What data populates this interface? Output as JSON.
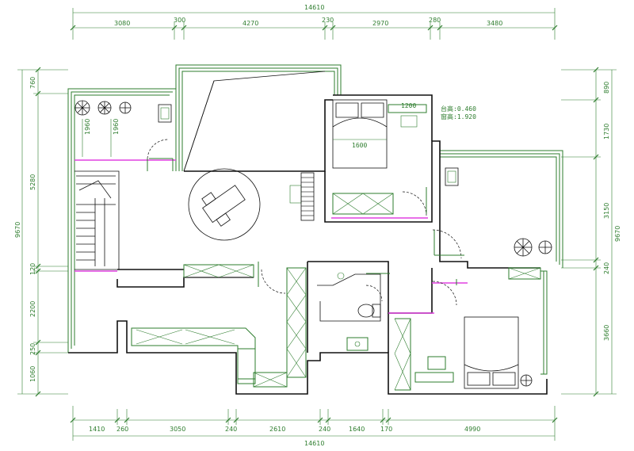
{
  "dimensions": {
    "top_total": "14610",
    "top_segments": [
      "3080",
      "300",
      "4270",
      "230",
      "2970",
      "280",
      "3480"
    ],
    "bottom_total": "14610",
    "bottom_segments": [
      "1410",
      "260",
      "3050",
      "240",
      "2610",
      "240",
      "1640",
      "170",
      "4990"
    ],
    "left_total": "9670",
    "left_segments": [
      "760",
      "5280",
      "120",
      "2200",
      "250",
      "1060"
    ],
    "right_total": "9670",
    "right_segments": [
      "890",
      "1730",
      "3150",
      "240",
      "3660"
    ],
    "inner_left_1": "1960",
    "inner_left_2": "1960"
  },
  "labels": {
    "window_width": "1200",
    "bed_width": "1600",
    "sill_height": "台高:0.460",
    "window_height": "窗高:1.920"
  },
  "colors": {
    "dimension_line": "#2e7d2e",
    "wall": "#111111",
    "partition": "#e040e0"
  }
}
